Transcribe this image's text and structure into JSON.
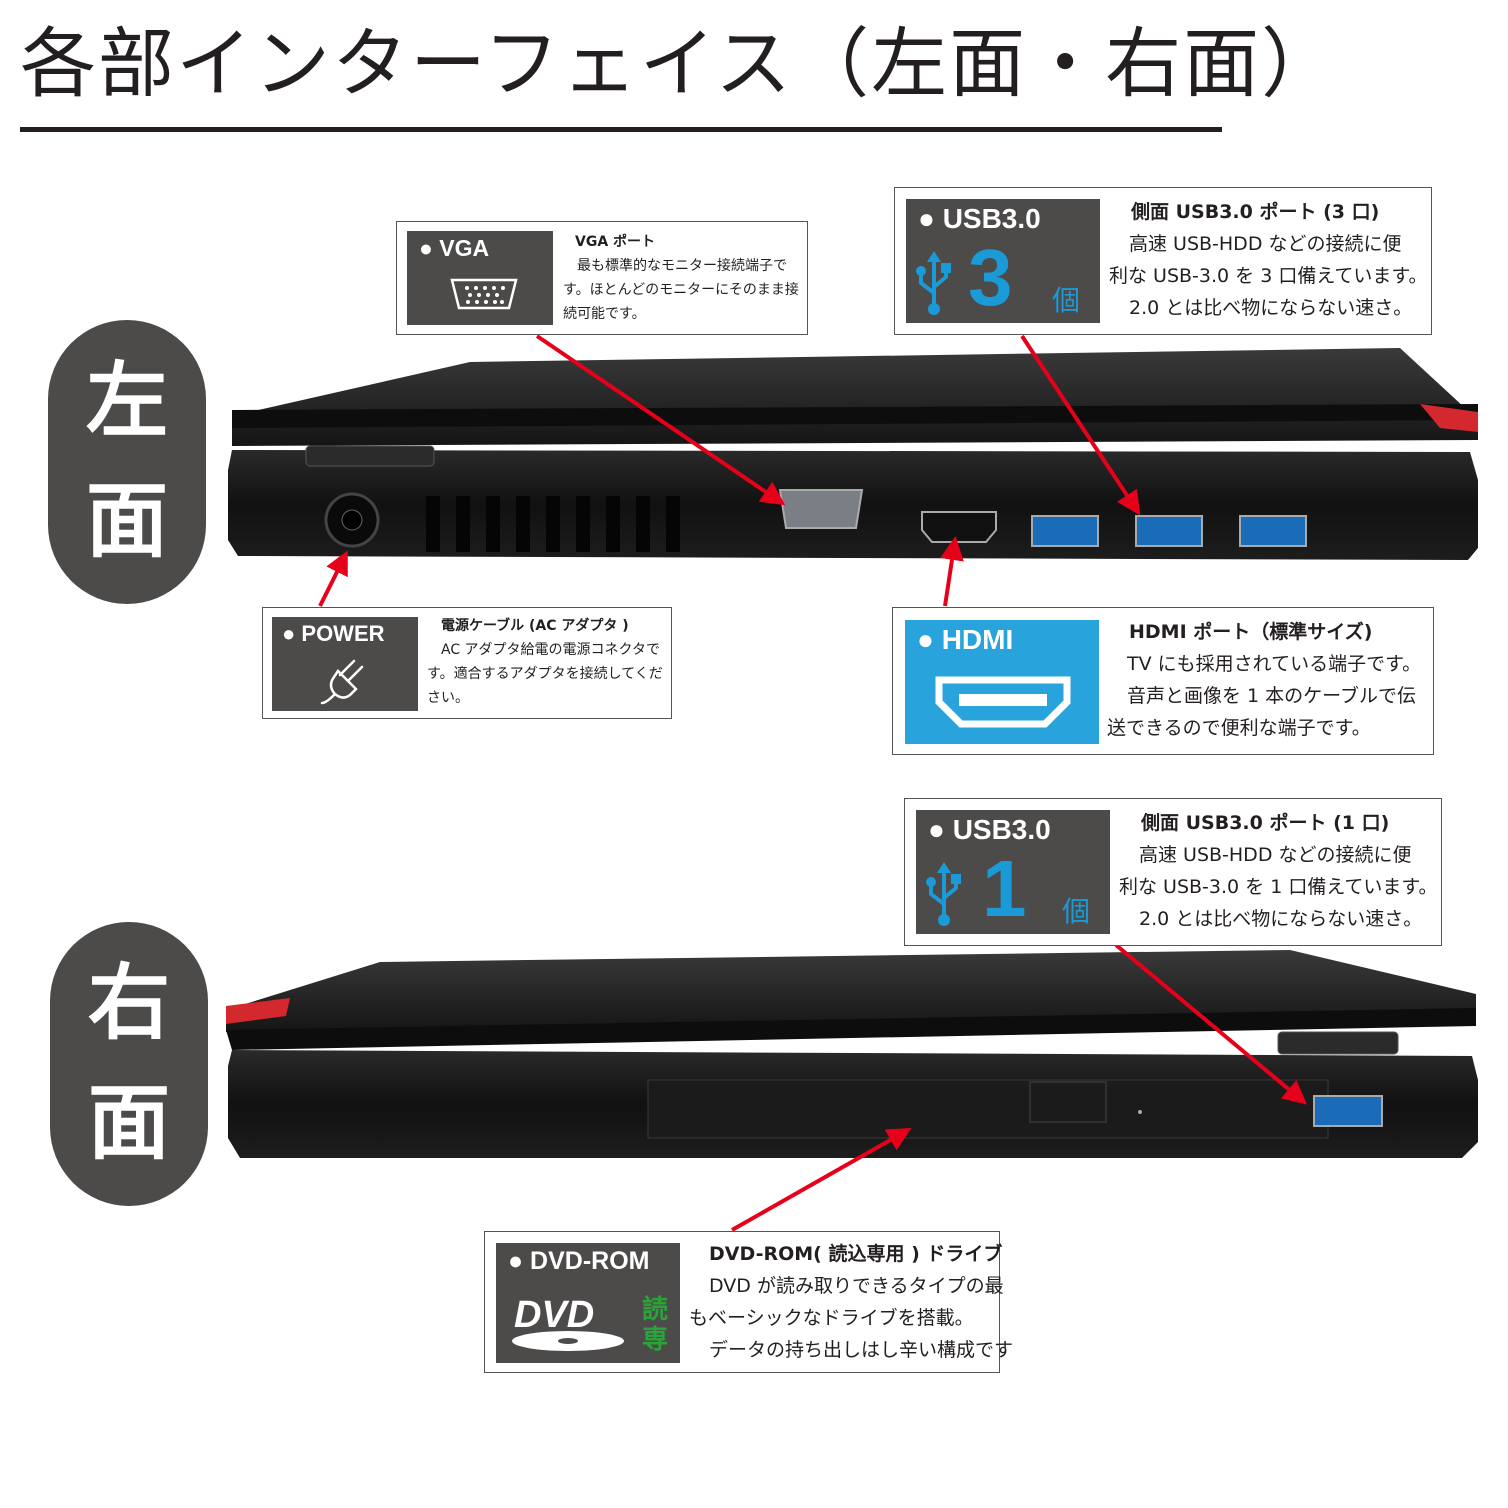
{
  "header": {
    "title": "各部インターフェイス（左面・右面）"
  },
  "sides": {
    "left": [
      "左",
      "面"
    ],
    "right": [
      "右",
      "面"
    ]
  },
  "colors": {
    "badge_gray": "#4d4a4a",
    "badge_blue": "#29a3dc",
    "usb_blue": "#1a9ad6",
    "arrow_red": "#e6001a",
    "dvd_green": "#2aa43a"
  },
  "callouts": {
    "vga": {
      "badge": "● VGA",
      "icon": "vga-port-icon",
      "heading": "VGA ポート",
      "body": "最も標準的なモニター接続端子です。ほとんどのモニターにそのまま接続可能です。"
    },
    "usb_left": {
      "badge": "● USB3.0",
      "icon": "usb-icon",
      "count": "3",
      "unit": "個",
      "heading": "側面 USB3.0 ポート (3 口)",
      "body": [
        "高速 USB-HDD などの接続に便",
        "利な USB-3.0 を 3 口備えています。",
        "2.0 とは比べ物にならない速さ。"
      ]
    },
    "power": {
      "badge": "● POWER",
      "icon": "power-plug-icon",
      "heading": "電源ケーブル (AC アダプタ )",
      "body": "AC アダプタ給電の電源コネクタです。適合するアダプタを接続してください。"
    },
    "hdmi": {
      "badge": "● HDMI",
      "icon": "hdmi-port-icon",
      "heading": "HDMI ポート（標準サイズ)",
      "body": [
        "TV にも採用されている端子です。",
        "音声と画像を 1 本のケーブルで伝",
        "送できるので便利な端子です。"
      ]
    },
    "usb_right": {
      "badge": "● USB3.0",
      "icon": "usb-icon",
      "count": "1",
      "unit": "個",
      "heading": "側面 USB3.0 ポート (1 口)",
      "body": [
        "高速 USB-HDD などの接続に便",
        "利な USB-3.0 を 1 口備えています。",
        "2.0 とは比べ物にならない速さ。"
      ]
    },
    "dvd": {
      "badge": "● DVD-ROM",
      "icon": "dvd-logo-icon",
      "logo_text": "DVD",
      "tag": [
        "読",
        "専"
      ],
      "heading": "DVD-ROM( 読込専用 ) ドライブ",
      "body": [
        "DVD が読み取りできるタイプの最",
        "もベーシックなドライブを搭載。",
        "データの持ち出しはし辛い構成です"
      ]
    }
  }
}
